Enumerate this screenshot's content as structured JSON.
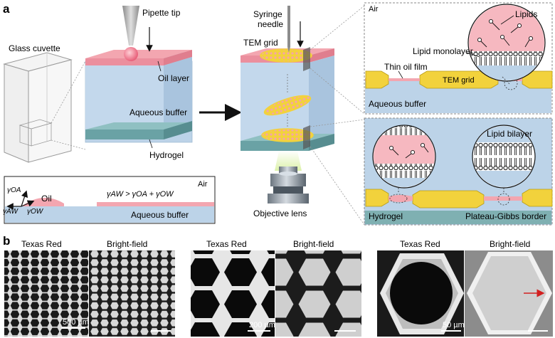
{
  "panel_a": {
    "letter": "a",
    "glass_cuvette": "Glass cuvette",
    "pipette_tip": "Pipette tip",
    "oil_layer": "Oil layer",
    "aqueous_buffer": "Aqueous buffer",
    "hydrogel": "Hydrogel",
    "syringe_needle_line1": "Syringe",
    "syringe_needle_line2": "needle",
    "tem_grid": "TEM grid",
    "objective_lens": "Objective lens"
  },
  "inset": {
    "air": "Air",
    "oil": "Oil",
    "aqueous_buffer": "Aqueous buffer",
    "gamma_oa": "γOA",
    "gamma_aw": "γAW",
    "gamma_ow": "γOW",
    "inequality": "γAW > γOA + γOW"
  },
  "top_right": {
    "air": "Air",
    "lipids": "Lipids",
    "lipid_monolayer": "Lipid monolayer",
    "thin_oil_film": "Thin oil film",
    "tem_grid": "TEM grid",
    "aqueous_buffer": "Aqueous buffer"
  },
  "bottom_right": {
    "lipid_bilayer": "Lipid bilayer",
    "hydrogel": "Hydrogel",
    "plateau_gibbs": "Plateau-Gibbs border"
  },
  "panel_b": {
    "letter": "b",
    "images": [
      {
        "label": "Texas Red",
        "scale": "500 µm"
      },
      {
        "label": "Bright-field",
        "scale": ""
      },
      {
        "label": "Texas Red",
        "scale": "200 µm"
      },
      {
        "label": "Bright-field",
        "scale": ""
      },
      {
        "label": "Texas Red",
        "scale": "50 µm"
      },
      {
        "label": "Bright-field",
        "scale": ""
      }
    ]
  },
  "colors": {
    "oil": "#f0a0aa",
    "buffer": "#bcd3e8",
    "hydrogel": "#7fb0b2",
    "grid_gold": "#f2d23c",
    "arrow_red": "#d22020"
  }
}
